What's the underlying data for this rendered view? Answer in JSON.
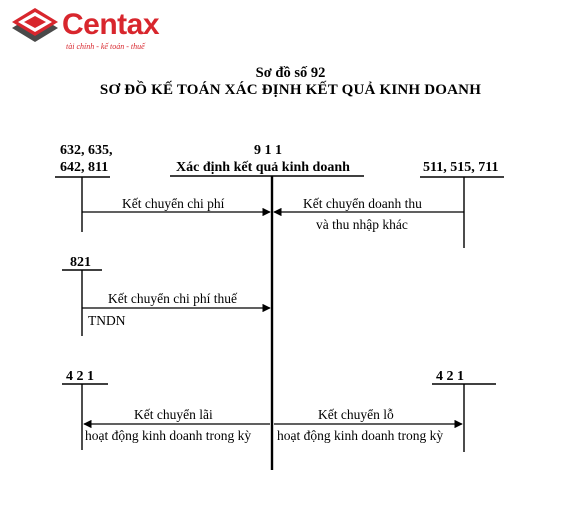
{
  "logo": {
    "name": "Centax",
    "tagline": "tài chính - kế toán - thuế",
    "colors": {
      "brand_red": "#d8262d",
      "mark_gray": "#4a4a4a"
    }
  },
  "diagram": {
    "number": "Sơ đồ số 92",
    "title": "SƠ ĐỒ KẾ TOÁN XÁC ĐỊNH KẾT QUẢ KINH DOANH",
    "center_account": {
      "code": "9 1 1",
      "name": "Xác định kết quả kinh doanh"
    },
    "accounts": {
      "expense_line1": "632, 635,",
      "expense_line2": "642, 811",
      "revenue": "511, 515, 711",
      "tax": "821",
      "profit_left": "4 2 1",
      "profit_right": "4 2 1"
    },
    "flows": {
      "expenses_transfer": "Kết chuyển chi phí",
      "revenue_transfer_line1": "Kết chuyển doanh thu",
      "revenue_transfer_line2": "và thu nhập khác",
      "tax_transfer_line1": "Kết chuyển chi phí thuế",
      "tax_transfer_line2": "TNDN",
      "profit_transfer_line1": "Kết chuyển lãi",
      "profit_transfer_line2": "hoạt động kinh doanh trong kỳ",
      "loss_transfer_line1": "Kết chuyển lỗ",
      "loss_transfer_line2": "hoạt động kinh doanh trong kỳ"
    }
  }
}
